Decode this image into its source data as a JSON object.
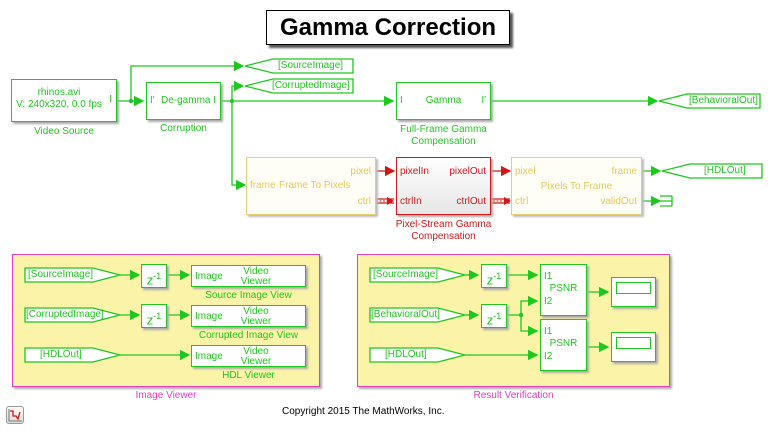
{
  "title": "Gamma Correction",
  "copyright": "Copyright 2015 The MathWorks, Inc.",
  "colors": {
    "signal": "#1ec81e",
    "hdl": "#d01818",
    "converter": "#e8c860",
    "area_border": "#e040c0",
    "area_fill": "#fbf3a8"
  },
  "video_source": {
    "line1": "rhinos.avi",
    "line2": "V: 240x320, 0.0 fps",
    "port_out": "I",
    "label": "Video Source"
  },
  "corruption": {
    "port_in": "I'",
    "name": "De-gamma",
    "port_out": "I",
    "label": "Corruption"
  },
  "gamma": {
    "port_in": "I",
    "name": "Gamma",
    "port_out": "I'",
    "label_line1": "Full-Frame Gamma",
    "label_line2": "Compensation"
  },
  "goto_tags": {
    "source": "[SourceImage]",
    "corrupted": "[CorruptedImage]",
    "behavioral": "[BehavioralOut]",
    "hdl": "[HDLOut]"
  },
  "frame_to_pixels": {
    "port_in": "frame",
    "name": "Frame To Pixels",
    "port_out1": "pixel",
    "port_out2": "ctrl"
  },
  "pixel_stream": {
    "port_in1": "pixelIn",
    "port_in2": "ctrlIn",
    "port_out1": "pixelOut",
    "port_out2": "ctrlOut",
    "label_line1": "Pixel-Stream Gamma",
    "label_line2": "Compensation"
  },
  "pixels_to_frame": {
    "port_in1": "pixel",
    "port_in2": "ctrl",
    "name": "Pixels To Frame",
    "port_out1": "frame",
    "port_out2": "validOut"
  },
  "image_viewer": {
    "label": "Image Viewer",
    "rows": [
      {
        "from": "[SourceImage]",
        "delay": "z",
        "exp": "-1",
        "viewer_port": "Image",
        "viewer_l1": "Video",
        "viewer_l2": "Viewer",
        "label": "Source Image View"
      },
      {
        "from": "[CorruptedImage]",
        "delay": "z",
        "exp": "-1",
        "viewer_port": "Image",
        "viewer_l1": "Video",
        "viewer_l2": "Viewer",
        "label": "Corrupted Image View"
      },
      {
        "from": "[HDLOut]",
        "viewer_port": "Image",
        "viewer_l1": "Video",
        "viewer_l2": "Viewer",
        "label": "HDL Viewer"
      }
    ]
  },
  "result_verification": {
    "label": "Result Verification",
    "from": [
      "[SourceImage]",
      "[BehavioralOut]",
      "[HDLOut]"
    ],
    "delay": "z",
    "exp": "-1",
    "psnr": [
      {
        "in1": "I1",
        "in2": "I2",
        "name": "PSNR"
      },
      {
        "in1": "I1",
        "in2": "I2",
        "name": "PSNR"
      }
    ]
  }
}
